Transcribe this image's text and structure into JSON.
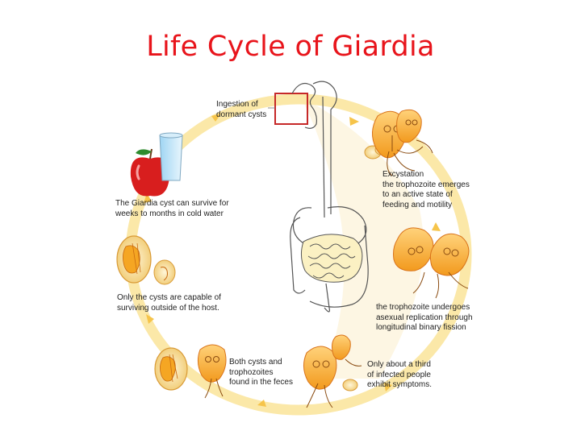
{
  "title": "Life Cycle of Giardia",
  "labels": {
    "ingestion": [
      "Ingestion of",
      "dormant cysts"
    ],
    "excystation": [
      "Excystation",
      "the trophozoite emerges",
      "to an active state of",
      "feeding and motility"
    ],
    "cyst_survive": [
      "The Giardia cyst can survive for",
      "weeks to months in cold water"
    ],
    "outside_host": [
      "Only the cysts are capable of",
      "surviving outside of the host."
    ],
    "binary_fission": [
      "the trophozoite undergoes",
      "asexual replication through",
      "longitudinal binary fission"
    ],
    "feces": [
      "Both cysts and",
      "trophozoites",
      "found in the feces"
    ],
    "symptoms": [
      "Only about a third",
      "of infected people",
      "exhibit symptoms."
    ]
  },
  "colors": {
    "title": "#e8141b",
    "cycle_ring": "#fce8a6",
    "arrow": "#f6c44a",
    "organism": "#f5a623",
    "organism_dark": "#d9731a",
    "apple": "#d81e1e",
    "highlight_box": "#c62828"
  }
}
